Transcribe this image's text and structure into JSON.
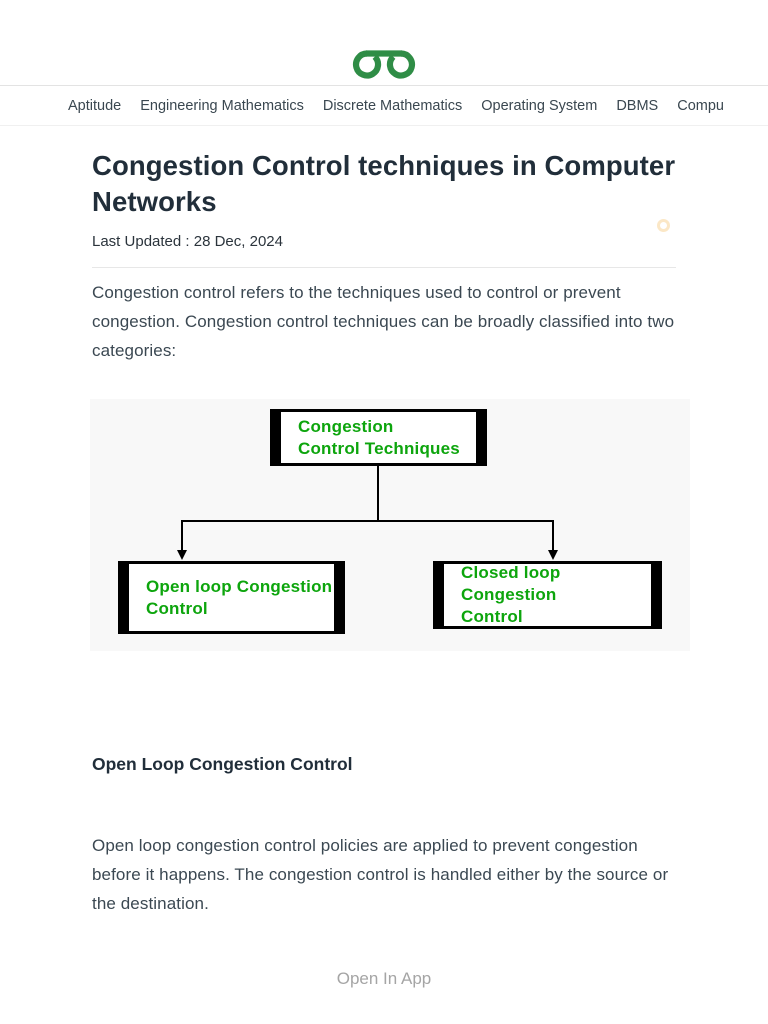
{
  "brand": {
    "name": "GeeksforGeeks",
    "logo_icon": "gfg-double-g",
    "green": "#2f8d46"
  },
  "nav": {
    "items": [
      {
        "label": "Aptitude"
      },
      {
        "label": "Engineering Mathematics"
      },
      {
        "label": "Discrete Mathematics"
      },
      {
        "label": "Operating System"
      },
      {
        "label": "DBMS"
      },
      {
        "label": "Compu"
      }
    ]
  },
  "article": {
    "title": "Congestion Control techniques in Computer Networks",
    "last_updated": "Last Updated : 28 Dec, 2024",
    "intro": "Congestion control refers to the techniques used to control or prevent congestion. Congestion control techniques can be broadly classified into two categories:",
    "section_heading": "Open Loop Congestion Control",
    "section_body": "Open loop congestion control policies are applied to prevent congestion before it happens. The congestion control is handled either by the source or the destination."
  },
  "diagram": {
    "background": "#f8f8f8",
    "text_color": "#0da50d",
    "nodes": [
      {
        "id": "root",
        "line1": "Congestion",
        "line2": "Control Techniques"
      },
      {
        "id": "open",
        "line1": "Open loop Congestion",
        "line2": "Control"
      },
      {
        "id": "closed",
        "line1": "Closed loop Congestion",
        "line2": "Control"
      }
    ]
  },
  "footer": {
    "open_in_app": "Open In App"
  }
}
